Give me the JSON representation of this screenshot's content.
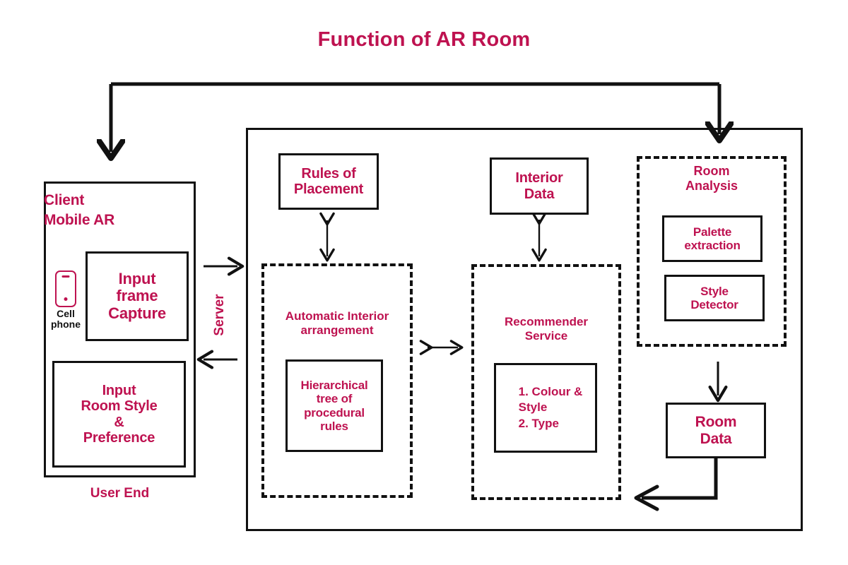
{
  "title": "Function of AR Room",
  "colors": {
    "accent": "#BE1250",
    "stroke": "#111111",
    "background": "#FFFFFF"
  },
  "client": {
    "heading_line1": "Client",
    "heading_line2": "Mobile AR",
    "phone_icon": "cell-phone-icon",
    "phone_caption_line1": "Cell",
    "phone_caption_line2": "phone",
    "input_frame_capture": "Input\nframe\nCapture",
    "input_room_style": "Input\nRoom Style\n&\nPreference",
    "user_end_label": "User End"
  },
  "connectors": {
    "server_label": "Server",
    "to_server_arrow": "arrow-right-icon",
    "from_server_arrow": "arrow-left-icon",
    "feedback_loop": "feedback-arrow-top",
    "bidirectional_middle": "double-headed-arrow-icon",
    "rules_link": "double-headed-arrow-icon",
    "interior_link": "double-headed-arrow-icon",
    "analysis_to_roomdata": "arrow-down-icon",
    "roomdata_to_recommender": "arrow-left-thick-icon"
  },
  "server": {
    "rules_of_placement": "Rules of\nPlacement",
    "interior_data": "Interior\nData",
    "automatic_interior": "Automatic Interior\narrangement",
    "hierarchical_tree": "Hierarchical\ntree of\nprocedural\nrules",
    "recommender_service": "Recommender\nService",
    "recommender_items": [
      "1. Colour &",
      "Style",
      "2. Type"
    ],
    "room_analysis": "Room\nAnalysis",
    "palette_extraction": "Palette\nextraction",
    "style_detector": "Style\nDetector",
    "room_data": "Room\nData"
  }
}
